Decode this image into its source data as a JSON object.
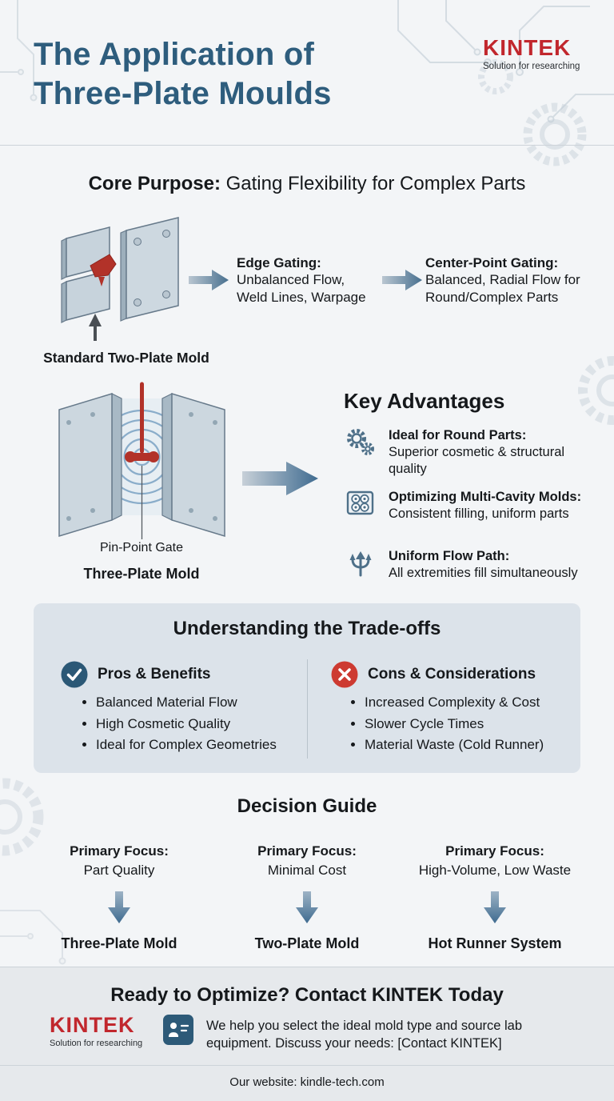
{
  "header": {
    "title_line1": "The Application of",
    "title_line2": "Three-Plate Moulds",
    "logo": {
      "brand": "KINTEK",
      "tagline": "Solution for researching"
    }
  },
  "core_purpose": {
    "heading_strong": "Core Purpose:",
    "heading_rest": " Gating Flexibility for Complex Parts",
    "two_plate_caption": "Standard Two-Plate Mold",
    "edge_gating": {
      "title": "Edge Gating:",
      "lines": [
        "Unbalanced Flow,",
        "Weld Lines, Warpage"
      ]
    },
    "center_gating": {
      "title": "Center-Point Gating:",
      "lines": [
        "Balanced, Radial Flow for",
        "Round/Complex Parts"
      ]
    }
  },
  "three_plate": {
    "pin_point_label": "Pin-Point Gate",
    "caption": "Three-Plate Mold"
  },
  "advantages": {
    "heading": "Key Advantages",
    "items": [
      {
        "icon": "gears-icon",
        "title": "Ideal for Round Parts:",
        "desc": "Superior cosmetic & structural quality"
      },
      {
        "icon": "multi-cavity-icon",
        "title": "Optimizing Multi-Cavity Molds:",
        "desc": "Consistent filling, uniform parts"
      },
      {
        "icon": "flow-path-icon",
        "title": "Uniform Flow Path:",
        "desc": "All extremities fill simultaneously"
      }
    ]
  },
  "tradeoffs": {
    "heading": "Understanding the Trade-offs",
    "pros": {
      "icon": "check-circle-icon",
      "title": "Pros & Benefits",
      "items": [
        "Balanced Material Flow",
        "High Cosmetic Quality",
        "Ideal for Complex Geometries"
      ]
    },
    "cons": {
      "icon": "cross-circle-icon",
      "title": "Cons & Considerations",
      "items": [
        "Increased Complexity & Cost",
        "Slower Cycle Times",
        "Material Waste (Cold Runner)"
      ]
    }
  },
  "decision": {
    "heading": "Decision Guide",
    "columns": [
      {
        "focus_label": "Primary Focus:",
        "focus": "Part Quality",
        "result": "Three-Plate Mold"
      },
      {
        "focus_label": "Primary Focus:",
        "focus": "Minimal Cost",
        "result": "Two-Plate Mold"
      },
      {
        "focus_label": "Primary Focus:",
        "focus": "High-Volume, Low Waste",
        "result": "Hot Runner System"
      }
    ]
  },
  "footer": {
    "heading": "Ready to Optimize? Contact KINTEK Today",
    "logo": {
      "brand": "KINTEK",
      "tagline": "Solution for researching"
    },
    "contact_icon": "contact-card-icon",
    "message": "We help you select the ideal mold type and source lab equipment. Discuss your needs: [Contact KINTEK]",
    "website": "Our website: kindle-tech.com"
  },
  "colors": {
    "title_blue": "#2e5d7d",
    "brand_red": "#c1272d",
    "arrow_steel_blue": "#3f6b90",
    "panel_bg": "#dce3ea",
    "check_blue": "#2b5876",
    "cross_red": "#cd3a31",
    "mold_red": "#b23229"
  }
}
